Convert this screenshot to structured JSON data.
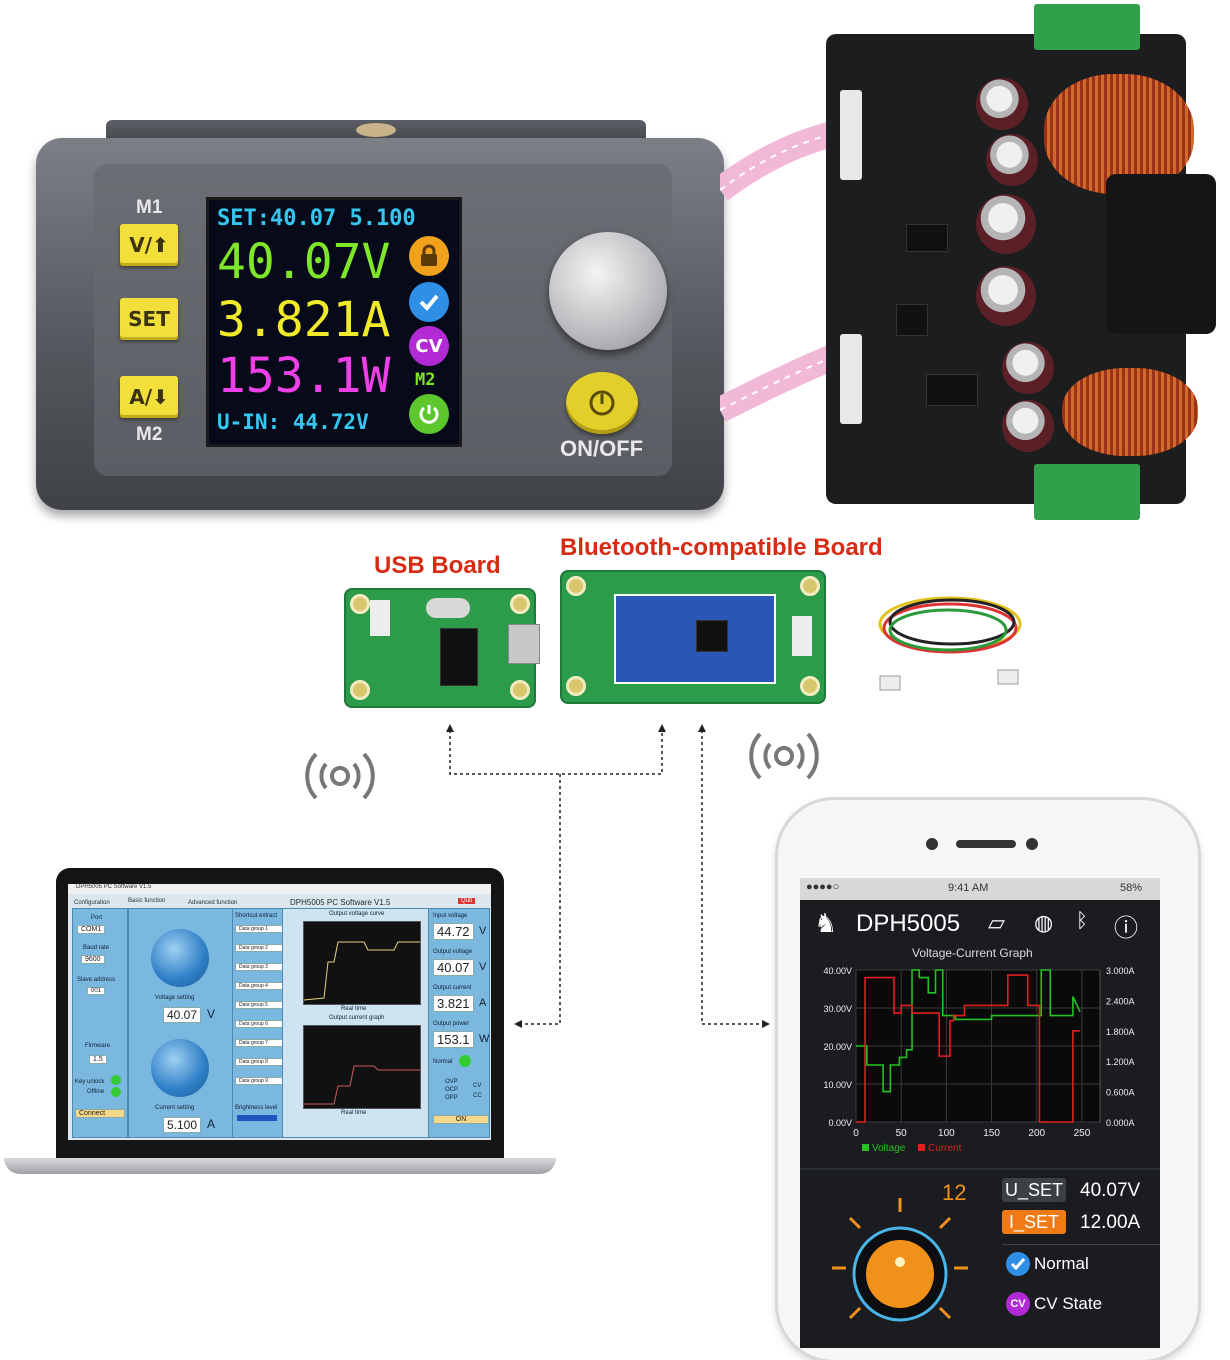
{
  "psu": {
    "m1_label": "M1",
    "m2_label": "M2",
    "button_up_label": "V/⬆",
    "button_set_label": "SET",
    "button_down_label": "A/⬇",
    "power_label": "ON/OFF",
    "lcd": {
      "set_line": "SET:40.07 5.100",
      "voltage": "40.07V",
      "current": "3.821A",
      "power": "153.1W",
      "input": "U-IN: 44.72V",
      "cv_icon": "CV",
      "mem_label": "M2"
    },
    "colors": {
      "yellow_button": "#f3df3a",
      "lcd_voltage": "#7fe62a",
      "lcd_current": "#f1ea2a",
      "lcd_power": "#ee3fe8",
      "lcd_set": "#35c7f0"
    }
  },
  "modules": {
    "usb_label": "USB Board",
    "bluetooth_label": "Bluetooth-compatible Board"
  },
  "laptop": {
    "window_title": "DPH5005 PC Software V1.5",
    "app_title": "DPH5005 PC Software V1.5",
    "tab_config": "Configuration",
    "tab_basic": "Basic function",
    "tab_advanced": "Advanced function",
    "quit_label": "Quit",
    "port_label": "Port",
    "port_value": "COM1",
    "baud_label": "Baud rate",
    "baud_value": "9600",
    "slave_label": "Slave address",
    "slave_value": "001",
    "firmware_label": "Firmware",
    "firmware_value": "1.5",
    "key_unlock_label": "Key unlock",
    "offline_label": "Offline",
    "connect_label": "Connect",
    "voltage_setting_label": "Voltage setting",
    "voltage_setting_value": "40.07",
    "voltage_unit": "V",
    "current_setting_label": "Current setting",
    "current_setting_value": "5.100",
    "current_unit": "A",
    "shortcut_label": "Shortcut extract",
    "data_groups": [
      "Data group 1",
      "Data group 2",
      "Data group 3",
      "Data group 4",
      "Data group 5",
      "Data group 6",
      "Data group 7",
      "Data group 8",
      "Data group 9"
    ],
    "brightness_label": "Brightness level",
    "plot1_title": "Output voltage curve",
    "plot2_title": "Output current graph",
    "plot_xlabel": "Real time",
    "input_voltage_label": "Input voltage",
    "input_voltage_value": "44.72",
    "output_voltage_label": "Output voltage",
    "output_voltage_value": "40.07",
    "output_current_label": "Output current",
    "output_current_value": "3.821",
    "output_power_label": "Output power",
    "output_power_value": "153.1",
    "power_unit": "W",
    "normal_label": "Normal",
    "ovp_label": "OVP",
    "ocp_label": "OCP",
    "opp_label": "OPP",
    "cv_label": "CV",
    "cc_label": "CC",
    "on_label": "ON"
  },
  "phone": {
    "status_carrier": "●●●●○",
    "status_time": "9:41 AM",
    "status_battery": "58%",
    "app_title": "DPH5005",
    "graph_title": "Voltage-Current Graph",
    "chart_data": {
      "type": "line",
      "title": "Voltage-Current Graph",
      "x_ticks": [
        "0",
        "50",
        "100",
        "150",
        "200",
        "250"
      ],
      "y_left_ticks": [
        "40.00V",
        "30.00V",
        "20.00V",
        "10.00V",
        "0.00V"
      ],
      "y_right_ticks": [
        "3.000A",
        "2.400A",
        "1.800A",
        "1.200A",
        "0.600A",
        "0.000A"
      ],
      "xlim": [
        0,
        270
      ],
      "ylim_left": [
        0,
        40
      ],
      "ylim_right": [
        0,
        3
      ],
      "legend": "bottom",
      "series": [
        {
          "name": "Voltage",
          "color": "#22c322",
          "axis": "left",
          "x": [
            0,
            12,
            12,
            30,
            30,
            38,
            38,
            48,
            48,
            56,
            56,
            62,
            62,
            70,
            70,
            80,
            80,
            88,
            88,
            96,
            96,
            110,
            110,
            150,
            150,
            205,
            205,
            215,
            215,
            240,
            240,
            248
          ],
          "y": [
            20,
            20,
            15,
            15,
            8,
            8,
            15,
            15,
            17,
            17,
            19,
            19,
            40,
            40,
            38,
            38,
            34,
            34,
            40,
            40,
            28,
            28,
            27,
            27,
            28,
            28,
            40,
            40,
            28,
            28,
            33,
            29
          ]
        },
        {
          "name": "Current",
          "color": "#e02020",
          "axis": "right",
          "x": [
            0,
            10,
            10,
            42,
            42,
            50,
            50,
            62,
            62,
            92,
            92,
            104,
            104,
            108,
            108,
            120,
            120,
            168,
            168,
            190,
            190,
            203,
            203,
            240,
            240,
            248
          ],
          "y": [
            0,
            0,
            2.85,
            2.85,
            2.15,
            2.15,
            2.3,
            2.3,
            2.15,
            2.15,
            1.3,
            1.3,
            2.0,
            2.0,
            2.1,
            2.1,
            2.3,
            2.3,
            2.9,
            2.9,
            2.3,
            2.3,
            0,
            0,
            1.8,
            1.8
          ]
        }
      ]
    },
    "legend_voltage": "Voltage",
    "legend_current": "Current",
    "knob_value": "12",
    "u_set_label": "U_SET",
    "u_set_value": "40.07V",
    "i_set_label": "I_SET",
    "i_set_value": "12.00A",
    "normal_label": "Normal",
    "cv_icon": "CV",
    "cv_state_label": "CV State",
    "colors": {
      "i_set": "#f07a14",
      "knob": "#f0921a"
    }
  }
}
